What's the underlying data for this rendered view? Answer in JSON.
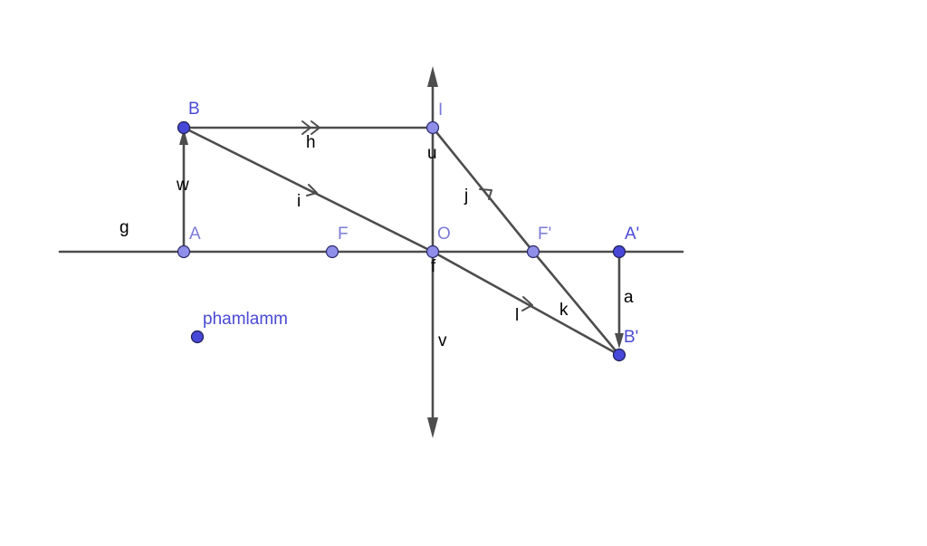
{
  "colors": {
    "line": "#4d4d4d",
    "free_point": "#8f8fea",
    "dependent_point": "#4848d8",
    "point_label_light": "#7b7bd9",
    "point_label_dark": "#4a4ad6",
    "line_label": "#000000"
  },
  "points": {
    "A": "A",
    "B": "B",
    "F": "F",
    "O": "O",
    "I": "I",
    "F_prime": "F'",
    "A_prime": "A'",
    "B_prime": "B'",
    "phamlamm": "phamlamm"
  },
  "lines": {
    "g": "g",
    "w": "w",
    "h": "h",
    "i": "i",
    "u": "u",
    "j": "j",
    "f": "f",
    "v": "v",
    "l": "l",
    "k": "k",
    "a": "a"
  }
}
